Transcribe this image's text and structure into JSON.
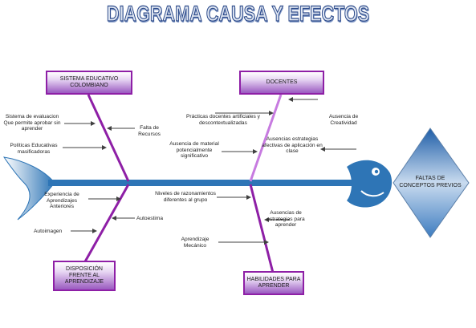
{
  "title": "DIAGRAMA CAUSA Y EFECTOS",
  "effect": "FALTAS DE CONCEPTOS PREVIOS",
  "categories": {
    "sistema": "SISTEMA EDUCATIVO COLOMBIANO",
    "docentes": "DOCENTES",
    "disposicion": "DISPOSICIÓN FRENTE AL APRENDIZAJE",
    "habilidades": "HABILIDADES PARA APRENDER"
  },
  "causes": {
    "sistema_evaluacion": "Sistema de evaluacion Que permite aprobar sin aprender",
    "falta_recursos": "Falta de Recursos",
    "politicas": "Políticas Educativas masificadoras",
    "practicas": "Prácticas docentes artificiales y descontextualizadas",
    "ausencia_creatividad": "Ausencia de Creatividad",
    "ausencia_material": "Ausencia de material potencialmente significativo",
    "ausencias_afectivas": "Ausencias estrategias afectivas de aplicación en clase",
    "experiencia": "Experiencia de Aprendizajes Anteriores",
    "autoestima": "Autoestima",
    "autoimagen": "Autoimagen",
    "niveles": "Niveles de razonamientos diferentes al grupo",
    "ausencias_aprender": "Ausencias de estrategias para aprender",
    "aprendizaje_mecanico": "Aprendizaje Mecánico"
  },
  "colors": {
    "spine": "#2e75b6",
    "bone": "#8e1fa6",
    "bone_light": "#c77be0",
    "fish": "#2e75b6",
    "diamond": "#3d7cc0",
    "arrow": "#404040"
  }
}
